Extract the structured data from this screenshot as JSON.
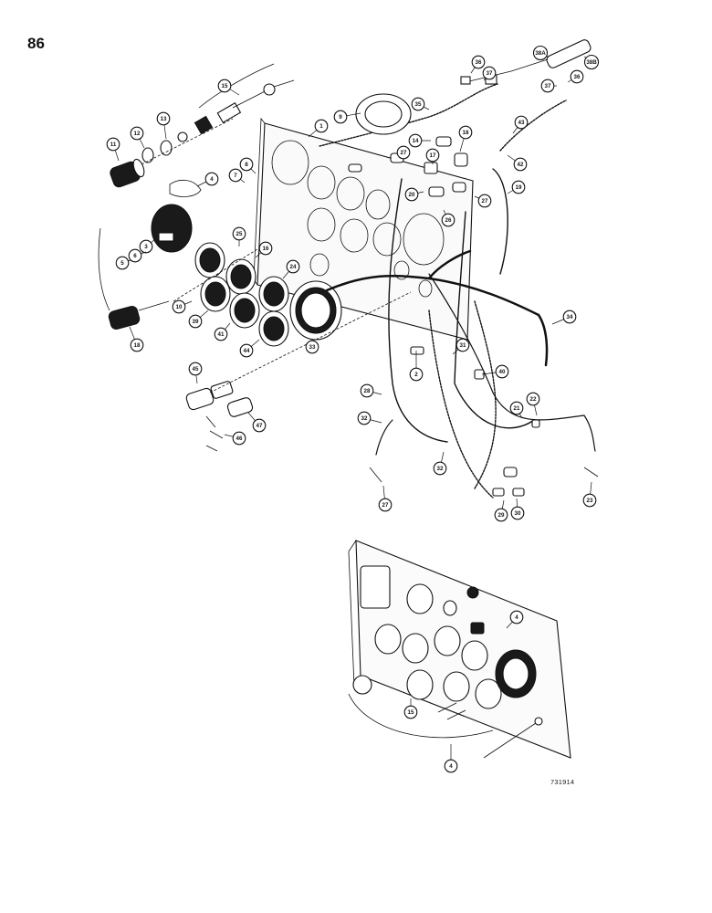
{
  "page": {
    "number": "86",
    "drawing_code": "731914"
  },
  "callouts": [
    "1",
    "2",
    "3",
    "4",
    "5",
    "6",
    "7",
    "8",
    "9",
    "10",
    "11",
    "12",
    "13",
    "14",
    "15",
    "16",
    "17",
    "18",
    "19",
    "20",
    "21",
    "22",
    "23",
    "24",
    "25",
    "26",
    "27",
    "28",
    "29",
    "30",
    "31",
    "32",
    "33",
    "34",
    "35",
    "36",
    "37",
    "38A",
    "38B",
    "39",
    "40",
    "41",
    "42",
    "43",
    "44",
    "45",
    "46",
    "47"
  ]
}
